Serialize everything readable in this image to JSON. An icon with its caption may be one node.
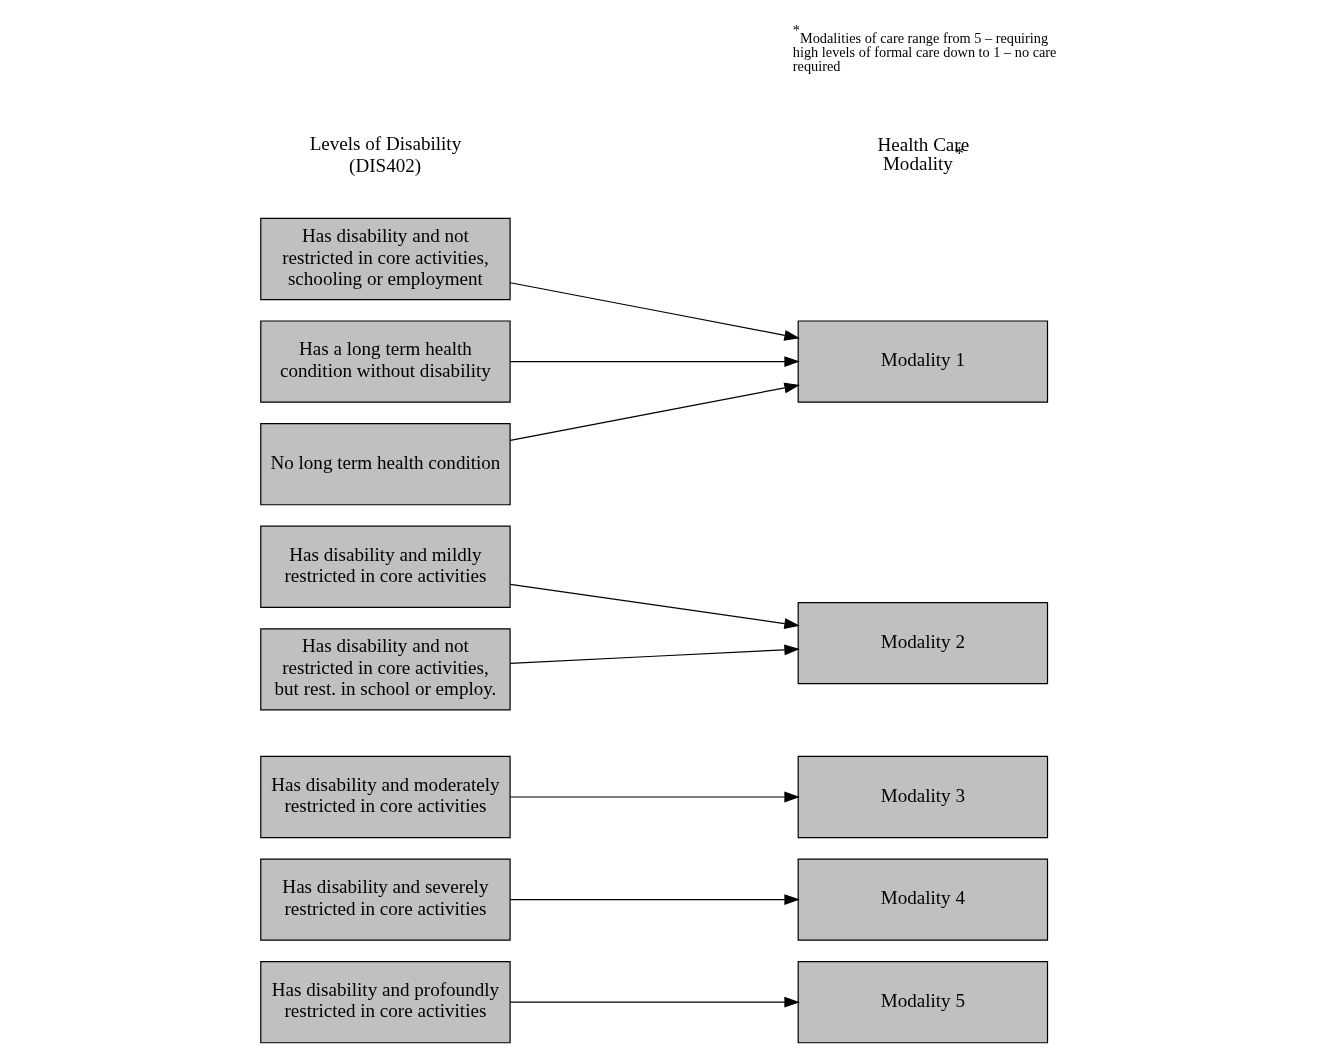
{
  "diagram": {
    "nodes": [
      {
        "text": [
          "Has disability and profoundly restricted in core activities"
        ]
      },
      {
        "text": [
          "Has disability and severely restricted in core activities"
        ]
      },
      {
        "text": [
          "Has disability and moderately restricted in core activities"
        ]
      },
      {
        "text": [
          "Has disability and mildly restricted in core activities"
        ]
      },
      {
        "text": [
          "Has disability and not restricted in core activities, but rest. in school or employ."
        ]
      },
      {
        "text": [
          "Has disability and not restricted in core activities, schooling or employment"
        ]
      },
      {
        "text": [
          "Has a long term health condition without disability"
        ]
      },
      {
        "text": [
          "No long term health condition"
        ]
      },
      {
        "text": [
          "Modality 5"
        ]
      },
      {
        "text": [
          "Modality 4"
        ]
      },
      {
        "text": [
          "Modality 3"
        ]
      },
      {
        "text": [
          "Modality 2"
        ]
      },
      {
        "text": [
          "Modality 1"
        ]
      }
    ],
    "edges": [
      {
        "from": 0,
        "to": 8,
        "arrow": "to"
      },
      {
        "from": 1,
        "to": 9,
        "arrow": "to"
      },
      {
        "from": 2,
        "to": 10,
        "arrow": "to"
      },
      {
        "from": 3,
        "to": 11,
        "arrow": "to"
      },
      {
        "from": 4,
        "to": 11,
        "arrow": "to"
      },
      {
        "from": 5,
        "to": 12,
        "arrow": "to"
      },
      {
        "from": 6,
        "to": 12,
        "arrow": "to"
      },
      {
        "from": 7,
        "to": 12,
        "arrow": "to"
      }
    ],
    "labels": [
      "Levels of Disability (DIS402)",
      "Health Care Modality$^{*}$",
      "$^{*}$Modalities of care range from 5 – requiring high levels of formal care down to 1 – no care required"
    ]
  }
}
